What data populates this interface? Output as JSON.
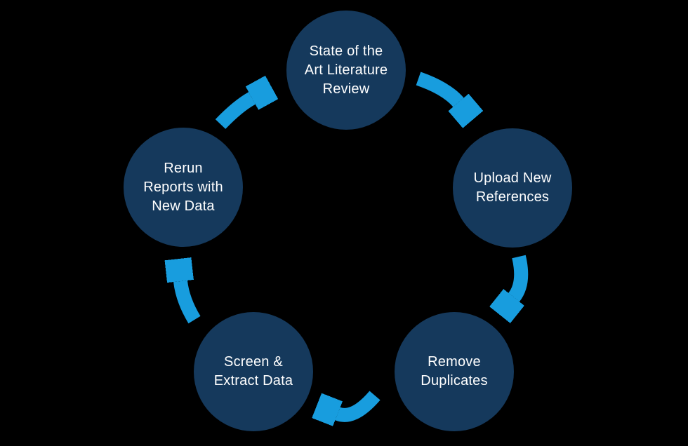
{
  "steps": [
    {
      "label": "State of the\nArt Literature\nReview"
    },
    {
      "label": "Upload New\nReferences"
    },
    {
      "label": "Remove\nDuplicates"
    },
    {
      "label": "Screen &\nExtract Data"
    },
    {
      "label": "Rerun\nReports with\nNew Data"
    }
  ],
  "colors": {
    "background": "#000000",
    "circle_fill": "#15395C",
    "label_text": "#FFFFFF",
    "arrow": "#189DDE"
  }
}
